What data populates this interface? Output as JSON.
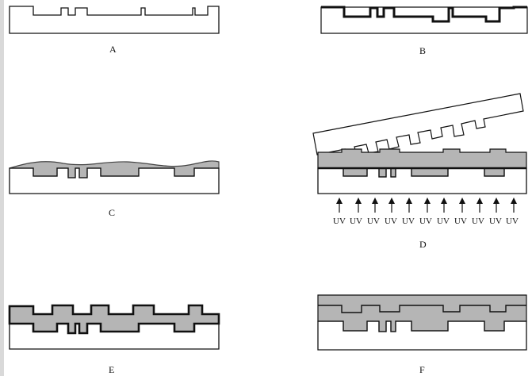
{
  "panels": [
    {
      "id": "A",
      "label": "A"
    },
    {
      "id": "B",
      "label": "B"
    },
    {
      "id": "C",
      "label": "C"
    },
    {
      "id": "D",
      "label": "D"
    },
    {
      "id": "E",
      "label": "E"
    },
    {
      "id": "F",
      "label": "F"
    }
  ],
  "uv_label": "UV",
  "uv_count": 11,
  "colors": {
    "line": "#111111",
    "fill_gray": "#b5b5b5",
    "background": "#ffffff"
  }
}
